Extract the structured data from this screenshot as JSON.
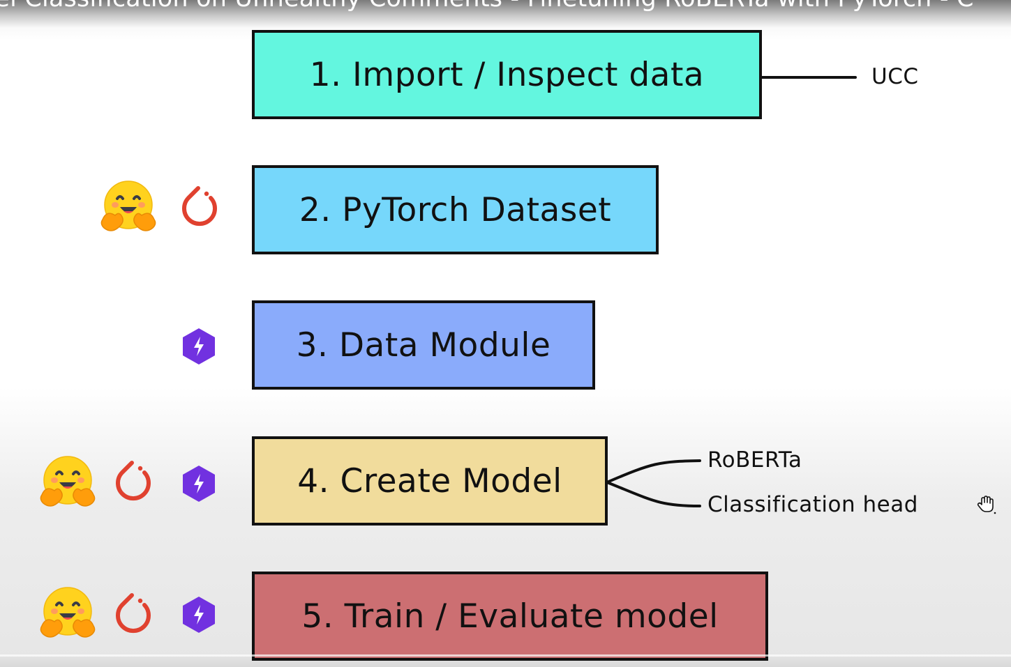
{
  "video": {
    "title": "bel Classification on Unhealthy Comments - Finetuning RoBERTa with PyTorch - C"
  },
  "steps": [
    {
      "label": "1. Import / Inspect data",
      "color": "#63f6df"
    },
    {
      "label": "2. PyTorch Dataset",
      "color": "#76d7fb"
    },
    {
      "label": "3. Data Module",
      "color": "#8aabfb"
    },
    {
      "label": "4. Create Model",
      "color": "#f1dc9c"
    },
    {
      "label": "5. Train / Evaluate model",
      "color": "#cc6f72"
    }
  ],
  "annotations": {
    "step1": "UCC",
    "step4_a": "RoBERTa",
    "step4_b": "Classification head"
  },
  "icons": {
    "huggingface": "hugging-face-emoji-icon",
    "pytorch": "pytorch-flame-icon",
    "lightning": "pytorch-lightning-hexagon-icon",
    "cursor": "hand-grab-cursor-icon"
  },
  "colors": {
    "pytorch": "#e0412f",
    "lightning": "#7131e0",
    "hf_yellow": "#ffd21e",
    "hf_orange": "#ff9d0b"
  }
}
